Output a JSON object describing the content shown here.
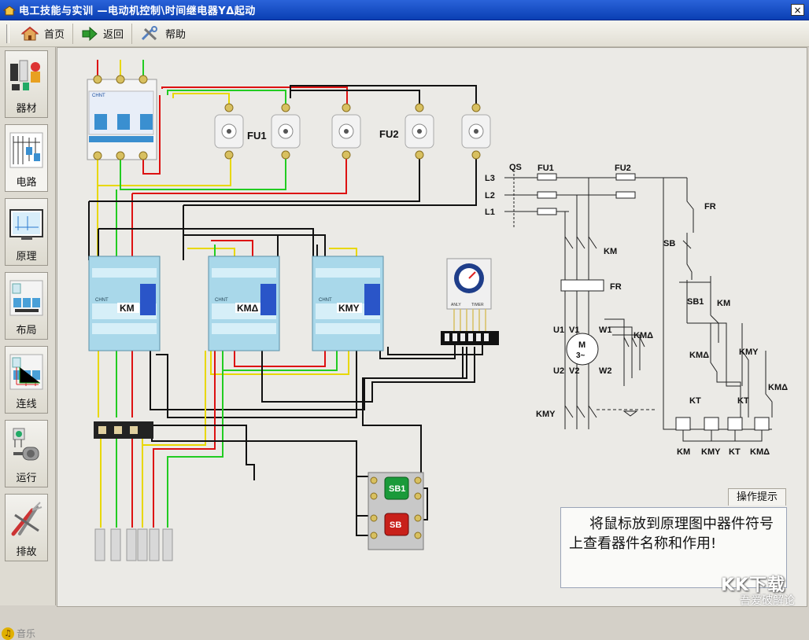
{
  "window": {
    "title": "电工技能与实训 —电动机控制\\时间继电器YΔ起动",
    "close_label": "×"
  },
  "toolbar": {
    "home_label": "首页",
    "back_label": "返回",
    "help_label": "帮助"
  },
  "sidebar": {
    "items": [
      {
        "label": "器材",
        "icon": "equipment-icon"
      },
      {
        "label": "电路",
        "icon": "circuit-icon"
      },
      {
        "label": "原理",
        "icon": "principle-icon"
      },
      {
        "label": "布局",
        "icon": "layout-icon"
      },
      {
        "label": "连线",
        "icon": "wiring-icon"
      },
      {
        "label": "运行",
        "icon": "run-icon"
      },
      {
        "label": "排故",
        "icon": "troubleshoot-icon"
      }
    ],
    "music_label": "音乐"
  },
  "wiring": {
    "breaker_brand": "CHNT",
    "fuse_labels": [
      "FU1",
      "FU2"
    ],
    "contactor_labels": [
      "KM",
      "KMΔ",
      "KMY"
    ],
    "contactor_brand": "CHNT",
    "timer_brand": "ANLY",
    "timer_label": "TIMER",
    "button_labels": [
      "SB1",
      "SB"
    ]
  },
  "schematic": {
    "labels": {
      "l3": "L3",
      "l2": "L2",
      "l1": "L1",
      "qs": "QS",
      "fu1": "FU1",
      "fu2": "FU2",
      "fr_top": "FR",
      "km_main": "KM",
      "fr_main": "FR",
      "sb": "SB",
      "sb1": "SB1",
      "km_hold": "KM",
      "kmd_ctrl": "KMΔ",
      "kmy_ctrl": "KMY",
      "kt1": "KT",
      "kt2": "KT",
      "kmd_hold": "KMΔ",
      "kmd_main": "KMΔ",
      "kmy_main": "KMY",
      "u1": "U1",
      "v1": "V1",
      "w1": "W1",
      "u2": "U2",
      "v2": "V2",
      "w2": "W2",
      "motor_m": "M",
      "motor_3": "3~",
      "coil_km": "KM",
      "coil_kmy": "KMY",
      "coil_kt": "KT",
      "coil_kmd": "KMΔ"
    }
  },
  "hint": {
    "tab_label": "操作提示",
    "text": "将鼠标放到原理图中器件符号上查看器件名称和作用!"
  },
  "watermark": {
    "line1": "KK下载",
    "line2": "吾爱破解论"
  }
}
